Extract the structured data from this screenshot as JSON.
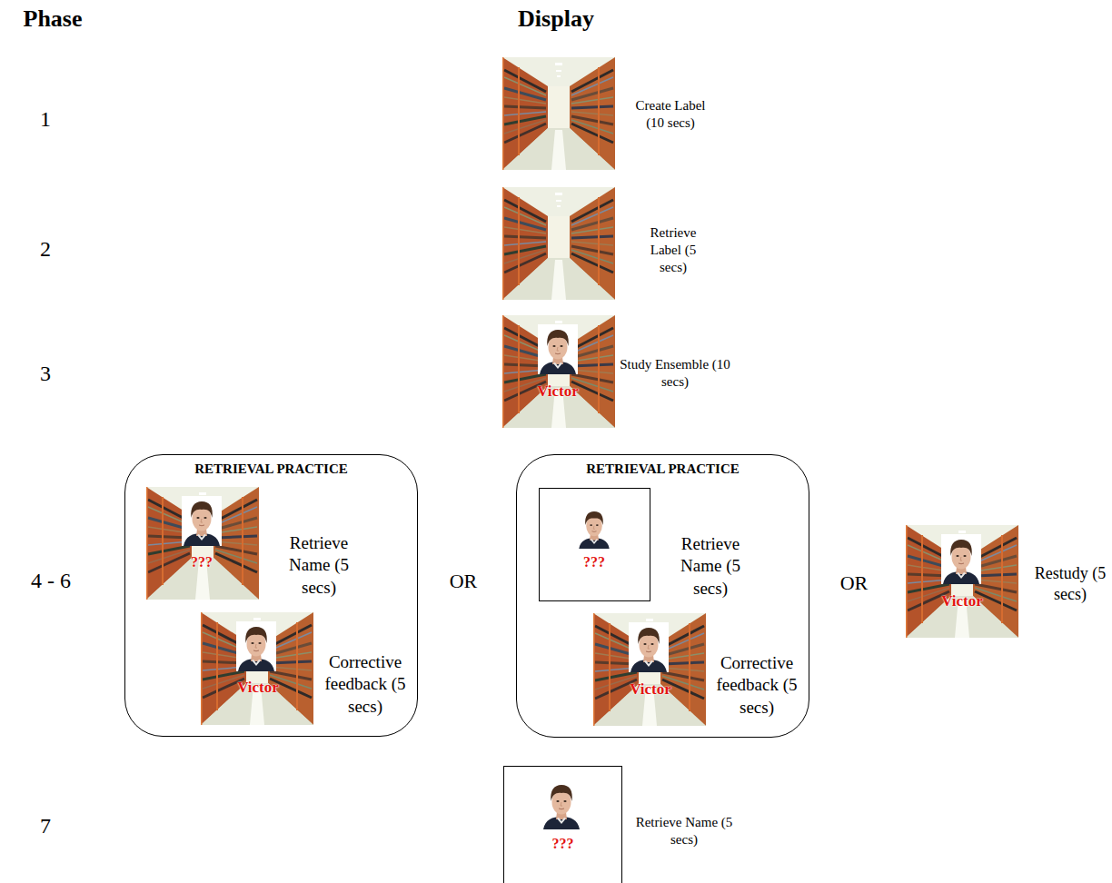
{
  "diagram": {
    "nodes": [
      {
        "text": [
          "RETRIEVAL PRACTICE"
        ]
      },
      {
        "text": [
          "RETRIEVAL PRACTICE"
        ]
      },
      {
        "text": [
          "???"
        ],
        "in": 1
      },
      {
        "text": [
          "???"
        ]
      }
    ],
    "labels": [
      "Phase",
      "Display",
      "1",
      "Create Label (10 secs)",
      "2",
      "Retrieve Label (5 secs)",
      "3",
      "Victor",
      "Study Ensemble (10 secs)",
      "4 - 6",
      "???",
      "Retrieve Name (5 secs)",
      "Victor",
      "Corrective feedback (5 secs)",
      "OR",
      "Retrieve Name (5 secs)",
      "Victor",
      "Corrective feedback (5 secs)",
      "OR",
      "Victor",
      "Restudy (5 secs)",
      "7",
      "Retrieve Name (5 secs)"
    ]
  }
}
